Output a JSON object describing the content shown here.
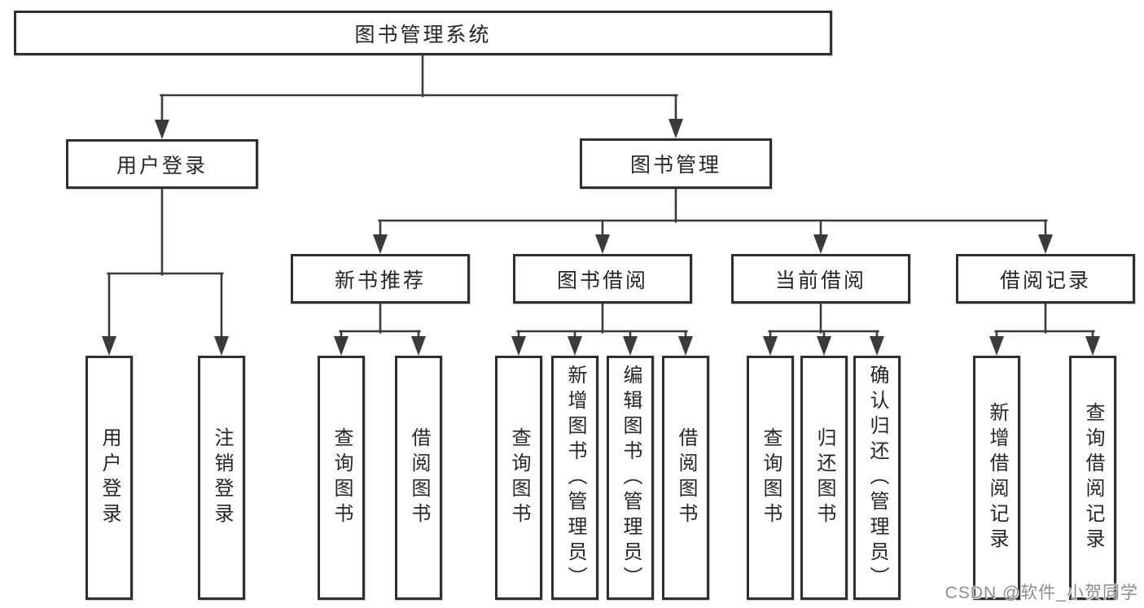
{
  "diagram": {
    "root": {
      "label": "图书管理系统"
    },
    "branches": [
      {
        "label": "用户登录",
        "children": [
          {
            "label": "用户登录"
          },
          {
            "label": "注销登录"
          }
        ]
      },
      {
        "label": "图书管理",
        "children": [
          {
            "label": "新书推荐",
            "children": [
              {
                "label": "查询图书"
              },
              {
                "label": "借阅图书"
              }
            ]
          },
          {
            "label": "图书借阅",
            "children": [
              {
                "label": "查询图书"
              },
              {
                "label": "新增图书（管理员）"
              },
              {
                "label": "编辑图书（管理员）"
              },
              {
                "label": "借阅图书"
              }
            ]
          },
          {
            "label": "当前借阅",
            "children": [
              {
                "label": "查询图书"
              },
              {
                "label": "归还图书"
              },
              {
                "label": "确认归还（管理员）"
              }
            ]
          },
          {
            "label": "借阅记录",
            "children": [
              {
                "label": "新增借阅记录"
              },
              {
                "label": "查询借阅记录"
              }
            ]
          }
        ]
      }
    ]
  },
  "watermark": {
    "text": "CSDN @软件_小贺同学"
  },
  "colors": {
    "background": "#ffffff",
    "line": "#3a3a3a",
    "box_border": "#2f2f2f",
    "box_fill": "#ffffff",
    "text": "#262626",
    "watermark": "#8c8c8c"
  }
}
